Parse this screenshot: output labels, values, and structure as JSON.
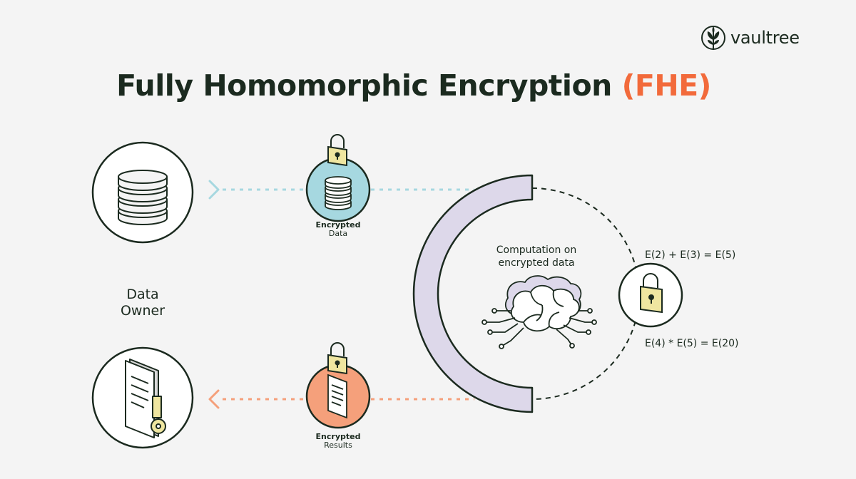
{
  "brand": {
    "name": "vaultree",
    "icon": "tree-icon"
  },
  "title": {
    "main": "Fully Homomorphic Encryption",
    "accent": "(FHE)"
  },
  "data_owner": {
    "line1": "Data",
    "line2": "Owner"
  },
  "encrypted_data": {
    "line1": "Encrypted",
    "line2": "Data"
  },
  "encrypted_results": {
    "line1": "Encrypted",
    "line2": "Results"
  },
  "computation": {
    "line1": "Computation on",
    "line2": "encrypted data"
  },
  "equations": {
    "sum": "E(2) + E(3)  =  E(5)",
    "product": "E(4) * E(5)  =  E(20)"
  },
  "colors": {
    "accent": "#f26a3b",
    "teal": "#a6d8e0",
    "salmon": "#f5a07b",
    "lavender": "#ddd8ea",
    "lock_yellow": "#efe6a0",
    "text": "#1b2a1f"
  },
  "icons": [
    "database-icon",
    "document-key-icon",
    "lock-icon",
    "brain-icon"
  ]
}
